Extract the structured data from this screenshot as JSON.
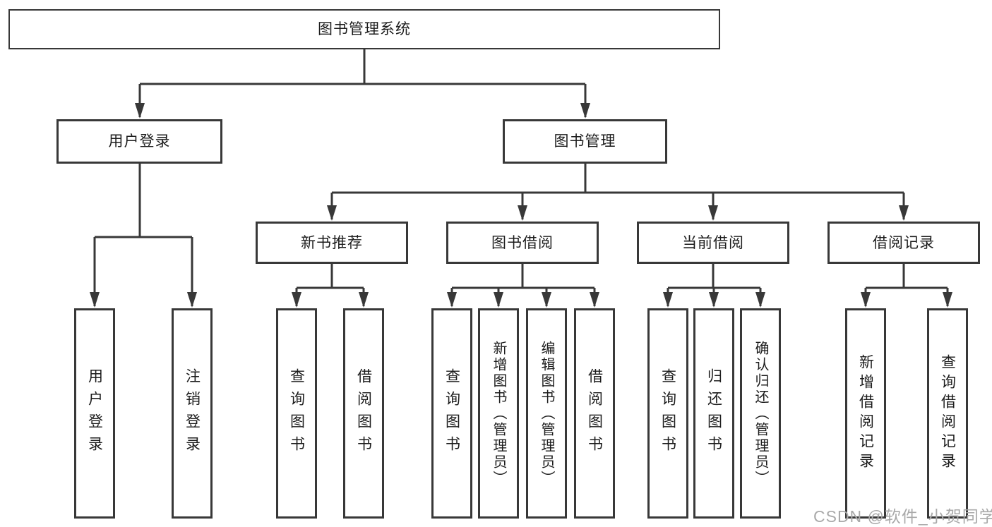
{
  "colors": {
    "line": "#383838",
    "box_border": "#383838",
    "text": "#1c1c1c",
    "watermark_text": "#a9a9a9",
    "background": "#ffffff"
  },
  "root": {
    "label": "图书管理系统"
  },
  "branches": [
    {
      "label": "用户登录",
      "children": [
        "用户登录",
        "注销登录"
      ]
    },
    {
      "label": "图书管理",
      "sections": [
        {
          "label": "新书推荐",
          "children": [
            "查询图书",
            "借阅图书"
          ]
        },
        {
          "label": "图书借阅",
          "children": [
            "查询图书",
            "新增图书（管理员）",
            "编辑图书（管理员）",
            "借阅图书"
          ]
        },
        {
          "label": "当前借阅",
          "children": [
            "查询图书",
            "归还图书",
            "确认归还（管理员）"
          ]
        },
        {
          "label": "借阅记录",
          "children": [
            "新增借阅记录",
            "查询借阅记录"
          ]
        }
      ]
    }
  ],
  "watermark": "CSDN @软件_小贺同学"
}
